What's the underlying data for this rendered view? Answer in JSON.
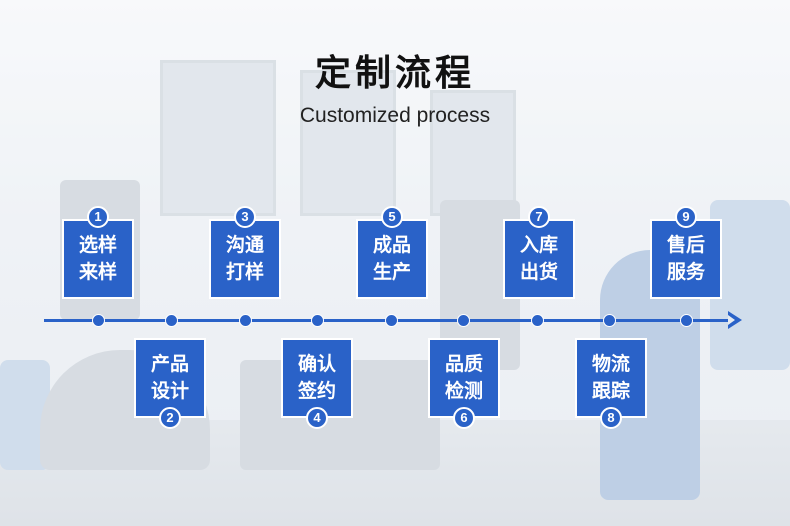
{
  "title": "定制流程",
  "subtitle": "Customized process",
  "colors": {
    "accent": "#2a62c8",
    "text": "#111111"
  },
  "steps": [
    {
      "number": "1",
      "line1": "选样",
      "line2": "来样"
    },
    {
      "number": "2",
      "line1": "产品",
      "line2": "设计"
    },
    {
      "number": "3",
      "line1": "沟通",
      "line2": "打样"
    },
    {
      "number": "4",
      "line1": "确认",
      "line2": "签约"
    },
    {
      "number": "5",
      "line1": "成品",
      "line2": "生产"
    },
    {
      "number": "6",
      "line1": "品质",
      "line2": "检测"
    },
    {
      "number": "7",
      "line1": "入库",
      "line2": "出货"
    },
    {
      "number": "8",
      "line1": "物流",
      "line2": "跟踪"
    },
    {
      "number": "9",
      "line1": "售后",
      "line2": "服务"
    }
  ]
}
